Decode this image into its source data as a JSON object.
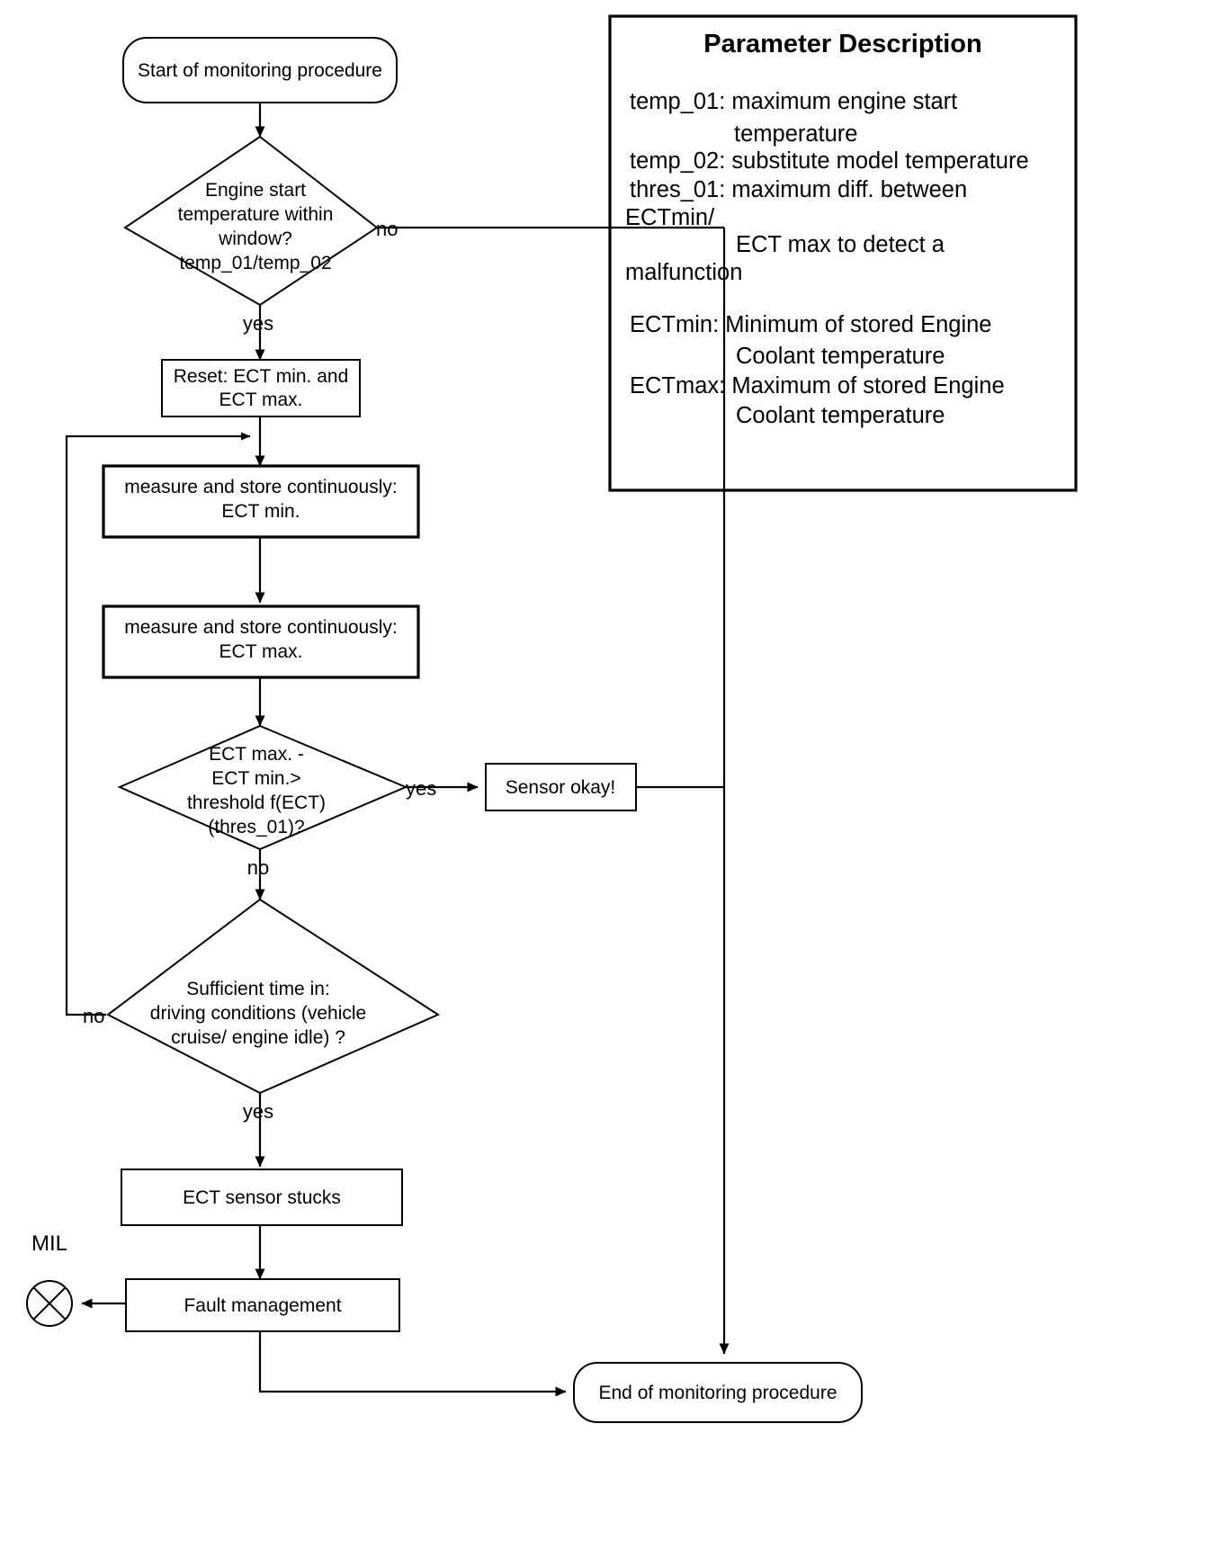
{
  "diagram": {
    "title": "ECT sensor stuck-in-range monitoring procedure flowchart",
    "nodes": {
      "start": {
        "kind": "terminator",
        "label": "Start of monitoring procedure"
      },
      "engine_start_decision": {
        "kind": "decision",
        "lines": [
          "Engine start",
          "temperature within",
          "window?",
          "temp_01/temp_02"
        ]
      },
      "reset": {
        "kind": "process",
        "lines": [
          "Reset: ECT min. and",
          "ECT max."
        ]
      },
      "measure_min": {
        "kind": "process",
        "lines": [
          "measure and store continuously:",
          "ECT min."
        ]
      },
      "measure_max": {
        "kind": "process",
        "lines": [
          "measure and store continuously:",
          "ECT max."
        ]
      },
      "threshold_decision": {
        "kind": "decision",
        "lines": [
          "ECT max. -",
          "ECT min.>",
          "threshold f(ECT)",
          "(thres_01)?"
        ]
      },
      "sensor_okay": {
        "kind": "process",
        "lines": [
          "Sensor okay!"
        ]
      },
      "sufficient_time_decision": {
        "kind": "decision",
        "lines": [
          "Sufficient time in:",
          "driving conditions (vehicle",
          "cruise/ engine idle) ?"
        ]
      },
      "ect_sensor_stucks": {
        "kind": "process",
        "lines": [
          "ECT sensor stucks"
        ]
      },
      "fault_management": {
        "kind": "process",
        "lines": [
          "Fault management"
        ]
      },
      "mil": {
        "kind": "indicator",
        "label": "MIL"
      },
      "end": {
        "kind": "terminator",
        "label": "End of monitoring procedure"
      }
    },
    "edge_labels": {
      "engine_start_no": "no",
      "engine_start_yes": "yes",
      "threshold_yes": "yes",
      "threshold_no": "no",
      "sufficient_time_no": "no",
      "sufficient_time_yes": "yes"
    }
  },
  "parameter_box": {
    "title": "Parameter Description",
    "lines": [
      {
        "text": "temp_01: maximum engine start",
        "indent": 0
      },
      {
        "text": "temperature",
        "indent": 1
      },
      {
        "text": "temp_02: substitute model temperature",
        "indent": 0
      },
      {
        "text": "thres_01: maximum diff. between",
        "indent": 0
      },
      {
        "text": "ECTmin/",
        "indent": 0
      },
      {
        "text": "ECT max to detect a",
        "indent": 2
      },
      {
        "text": "malfunction",
        "indent": 0
      },
      {
        "text": "",
        "indent": 0
      },
      {
        "text": "ECTmin: Minimum of stored Engine",
        "indent": 0
      },
      {
        "text": "Coolant temperature",
        "indent": 1
      },
      {
        "text": "ECTmax: Maximum of stored Engine",
        "indent": 0
      },
      {
        "text": "Coolant temperature",
        "indent": 1
      }
    ]
  },
  "colors": {
    "stroke": "#000000",
    "fill": "#ffffff",
    "text": "#000000"
  }
}
